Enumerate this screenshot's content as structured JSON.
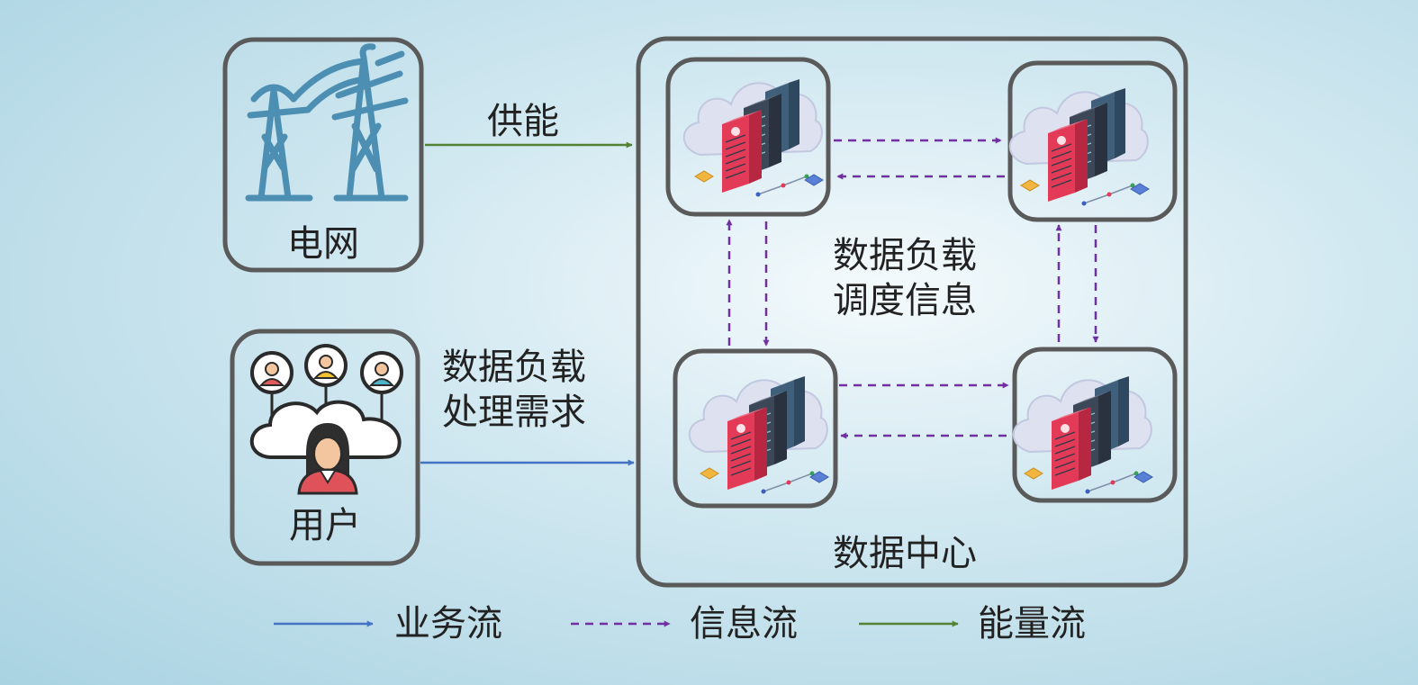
{
  "grid": {
    "label": "电网"
  },
  "user": {
    "label": "用户"
  },
  "datacenter": {
    "label": "数据中心"
  },
  "edges": {
    "supply": "供能",
    "demand_line1": "数据负载",
    "demand_line2": "处理需求",
    "schedule_line1": "数据负载",
    "schedule_line2": "调度信息"
  },
  "legend": [
    {
      "label": "业务流",
      "color": "#4472c4",
      "style": "solid"
    },
    {
      "label": "信息流",
      "color": "#7030a0",
      "style": "dashed"
    },
    {
      "label": "能量流",
      "color": "#548235",
      "style": "solid"
    }
  ],
  "icons": {
    "grid": "power-tower-icon",
    "user": "users-cloud-icon",
    "server": "cloud-server-icon"
  }
}
